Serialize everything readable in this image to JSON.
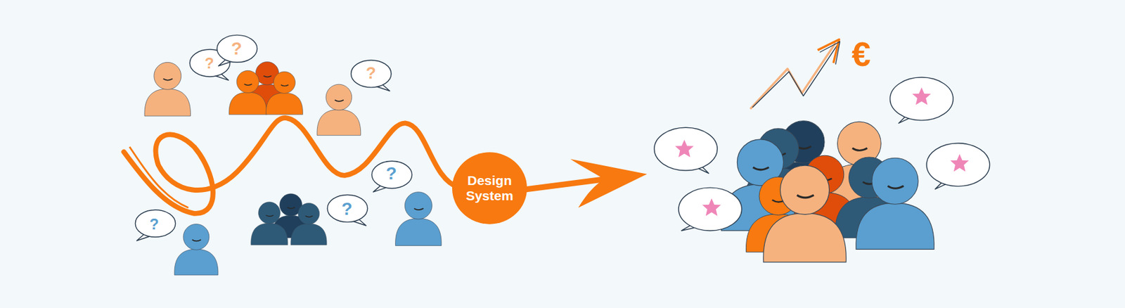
{
  "diagram": {
    "nodes": [
      {
        "text": [
          "Design System"
        ]
      }
    ],
    "labels": [
      "?",
      "?",
      "?",
      "?",
      "?",
      "?",
      "€"
    ]
  }
}
